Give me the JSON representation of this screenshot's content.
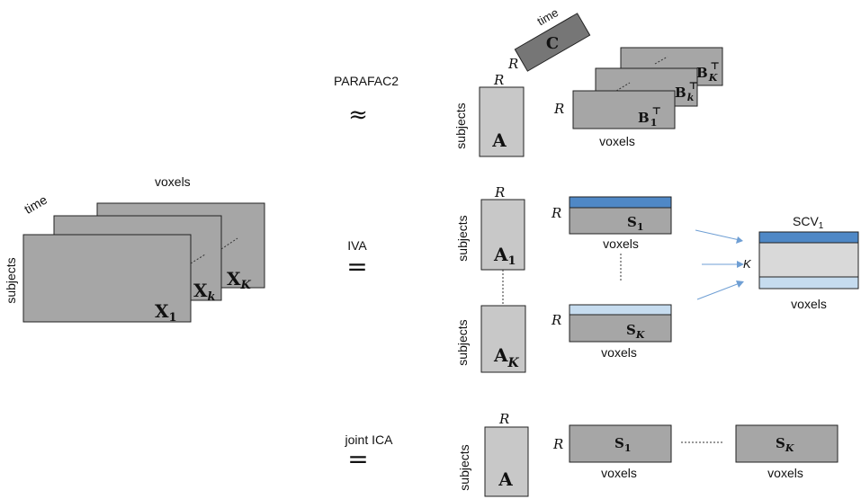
{
  "left": {
    "time_label": "time",
    "voxels_label": "voxels",
    "subjects_label": "subjects",
    "x1": "X",
    "x1_sub": "1",
    "xk": "X",
    "xk_sub": "k",
    "xK": "X",
    "xK_sub": "K"
  },
  "parafac2": {
    "method_label": "PARAFAC2",
    "relation_symbol": "≈",
    "time_label": "time",
    "c_label": "C",
    "r_c": "R",
    "r_a": "R",
    "a_label": "A",
    "subjects_label": "subjects",
    "r_b": "R",
    "b1": "B",
    "b1_sub": "1",
    "bk": "B",
    "bk_sub": "k",
    "bK": "B",
    "bK_sub": "K",
    "transpose": "⊤",
    "voxels_label": "voxels"
  },
  "iva": {
    "method_label": "IVA",
    "relation_symbol": "=",
    "r_a1": "R",
    "a1": "A",
    "a1_sub": "1",
    "subjects_label_1": "subjects",
    "r_s1": "R",
    "s1": "S",
    "s1_sub": "1",
    "voxels_label_1": "voxels",
    "subjects_label_k": "subjects",
    "aK": "A",
    "aK_sub": "K",
    "r_sK": "R",
    "sK": "S",
    "sK_sub": "K",
    "voxels_label_k": "voxels",
    "scv_label": "SCV",
    "scv_sub": "1",
    "k_label": "K",
    "scv_voxels_label": "voxels"
  },
  "jica": {
    "method_label": "joint ICA",
    "relation_symbol": "=",
    "r_a": "R",
    "a_label": "A",
    "subjects_label": "subjects",
    "r_s": "R",
    "s1": "S",
    "s1_sub": "1",
    "voxels_label_1": "voxels",
    "sK": "S",
    "sK_sub": "K",
    "voxels_label_k": "voxels"
  },
  "colors": {
    "accent_blue": "#4f88c6",
    "light_blue": "#c6dcef",
    "arrow_blue": "#6f9fd4",
    "gray_box": "#a6a6a6",
    "light_gray_box": "#c8c8c8",
    "dark_gray_box": "#767676"
  }
}
